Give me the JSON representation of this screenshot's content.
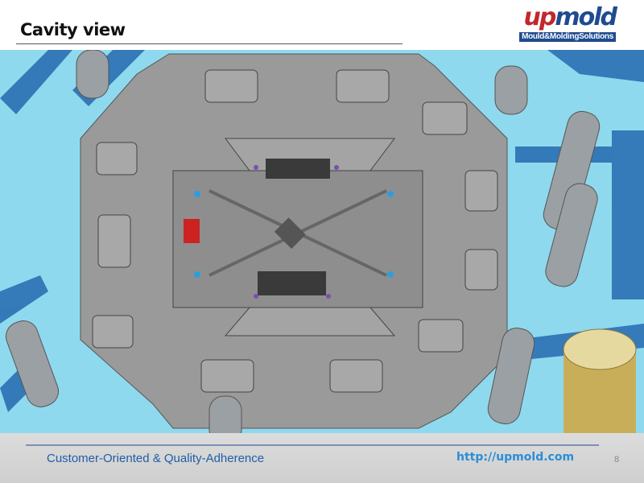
{
  "header": {
    "title": "Cavity view",
    "logo": {
      "word_red": "up",
      "word_blue": "mold",
      "tagline": "Mould&MoldingSolutions"
    }
  },
  "image": {
    "description_icon": "cad-cavity-render",
    "colors": {
      "background": "#8fd9ee",
      "plate": "#9a9a9a",
      "block": "#2b6fb3",
      "pillar": "#9aa0a4",
      "accent": "#c9ae5a"
    }
  },
  "footer": {
    "slogan": "Customer-Oriented & Quality-Adherence",
    "url": "http://upmold.com",
    "page_number": "8"
  }
}
